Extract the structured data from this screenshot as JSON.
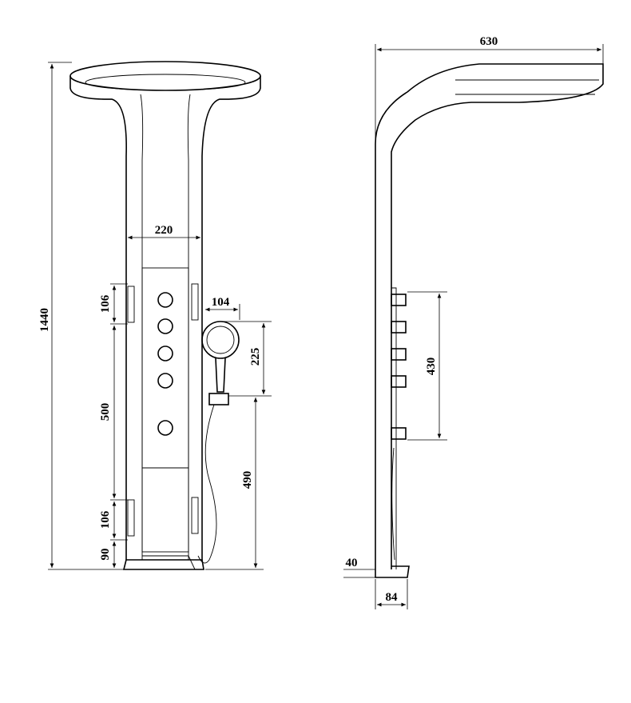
{
  "front_view": {
    "dimensions": {
      "total_height": "1440",
      "column_width": "220",
      "handshower_offset": "104",
      "handshower_height": "225",
      "handshower_bracket_height": "490",
      "top_jet_height": "106",
      "jet_spacing": "500",
      "bottom_jet_height": "106",
      "base_height": "90"
    }
  },
  "side_view": {
    "dimensions": {
      "head_reach": "630",
      "controls_span": "430",
      "base_offset": "40",
      "base_depth": "84"
    }
  },
  "colors": {
    "line": "#000000",
    "background": "#ffffff"
  }
}
